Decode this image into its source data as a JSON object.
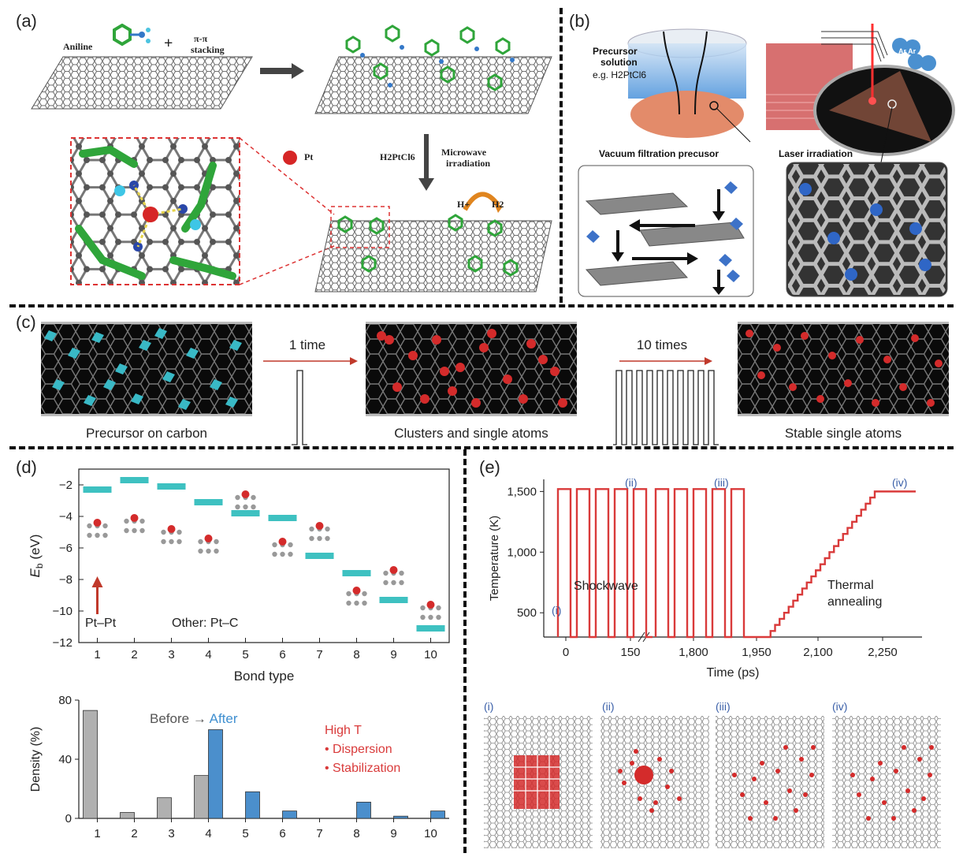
{
  "panels": {
    "a": {
      "label": "(a)",
      "aniline": "Aniline",
      "plus": "+",
      "stacking_line1": "π-π",
      "stacking_line2": "stacking",
      "pt_legend": "Pt",
      "reagent": "H2PtCl6",
      "process_line1": "Microwave",
      "process_line2": "irradiation",
      "proton": "H+",
      "hydrogen": "H2"
    },
    "b": {
      "label": "(b)",
      "precursor_line1": "Precursor",
      "precursor_line2": "solution",
      "precursor_line3": "e.g. H2PtCl6",
      "vacuum_title": "Vacuum filtration precusor",
      "laser_title": "Laser irradiation",
      "gas_label": "Ar Ar"
    },
    "c": {
      "label": "(c)",
      "pulse1_label": "1 time",
      "pulse10_label": "10 times",
      "caption_left": "Precursor on carbon",
      "caption_mid": "Clusters and single atoms",
      "caption_right": "Stable single atoms"
    },
    "d": {
      "label": "(d)",
      "annotation_ptpt": "Pt–Pt",
      "annotation_other": "Other: Pt–C",
      "density_before": "Before",
      "density_arrow": "→",
      "density_after": "After",
      "density_hight": "High T",
      "density_bullet1": "• Dispersion",
      "density_bullet2": "• Stabilization"
    },
    "e": {
      "label": "(e)",
      "regime_left": "Shockwave",
      "regime_right_line1": "Thermal",
      "regime_right_line2": "annealing",
      "marker_i": "(i)",
      "marker_ii": "(ii)",
      "marker_iii": "(iii)",
      "marker_iv": "(iv)",
      "snapshot_labels": [
        "(i)",
        "(ii)",
        "(iii)",
        "(iv)"
      ]
    }
  },
  "chart_data": [
    {
      "id": "d-energy",
      "type": "scatter",
      "xlabel": "Bond type",
      "ylabel": "E_b (eV)",
      "ylabel_main": "E",
      "ylabel_sub": "b",
      "ylabel_unit": " (eV)",
      "xlim": [
        0.5,
        10.5
      ],
      "ylim": [
        -12,
        -1
      ],
      "x_ticks": [
        1,
        2,
        3,
        4,
        5,
        6,
        7,
        8,
        9,
        10
      ],
      "y_ticks": [
        -2,
        -4,
        -6,
        -8,
        -10,
        -12
      ],
      "y_tick_labels": [
        "−2",
        "−4",
        "−6",
        "−8",
        "−10",
        "−12"
      ],
      "points": [
        {
          "x": 1,
          "y": -2.3
        },
        {
          "x": 2,
          "y": -1.7
        },
        {
          "x": 3,
          "y": -2.1
        },
        {
          "x": 4,
          "y": -3.1
        },
        {
          "x": 5,
          "y": -3.8
        },
        {
          "x": 6,
          "y": -4.1
        },
        {
          "x": 7,
          "y": -6.5
        },
        {
          "x": 8,
          "y": -7.6
        },
        {
          "x": 9,
          "y": -9.3
        },
        {
          "x": 10,
          "y": -11.1
        }
      ],
      "marker_color": "#3ec1c1"
    },
    {
      "id": "d-density",
      "type": "bar",
      "xlabel": "",
      "ylabel": "Density (%)",
      "categories": [
        "1",
        "2",
        "3",
        "4",
        "5",
        "6",
        "7",
        "8",
        "9",
        "10"
      ],
      "ylim": [
        0,
        80
      ],
      "y_ticks": [
        0,
        40,
        80
      ],
      "series": [
        {
          "name": "Before",
          "color": "#b0b0b0",
          "values": [
            73,
            4,
            14,
            29,
            0,
            0,
            0,
            0,
            0,
            0
          ]
        },
        {
          "name": "After",
          "color": "#4b8fcc",
          "values": [
            0,
            0,
            0,
            60,
            18,
            5,
            0,
            11,
            1.5,
            5
          ]
        }
      ]
    },
    {
      "id": "e-temperature",
      "type": "line",
      "xlabel": "Time (ps)",
      "ylabel": "Temperature (K)",
      "ylim": [
        300,
        1600
      ],
      "y_ticks": [
        500,
        1000,
        1500
      ],
      "y_tick_labels": [
        "500",
        "1,000",
        "1,500"
      ],
      "x_tick_labels": [
        "0",
        "150",
        "1,800",
        "1,950",
        "2,100",
        "2,250"
      ],
      "axis_break": "between 150 and 1,800",
      "series_color": "#d93a3a",
      "shock_low_K": 300,
      "shock_high_K": 1520,
      "pulses_before_break": 5,
      "pulses_after_break": 5,
      "anneal_start_K": 300,
      "anneal_end_K": 1500
    }
  ]
}
